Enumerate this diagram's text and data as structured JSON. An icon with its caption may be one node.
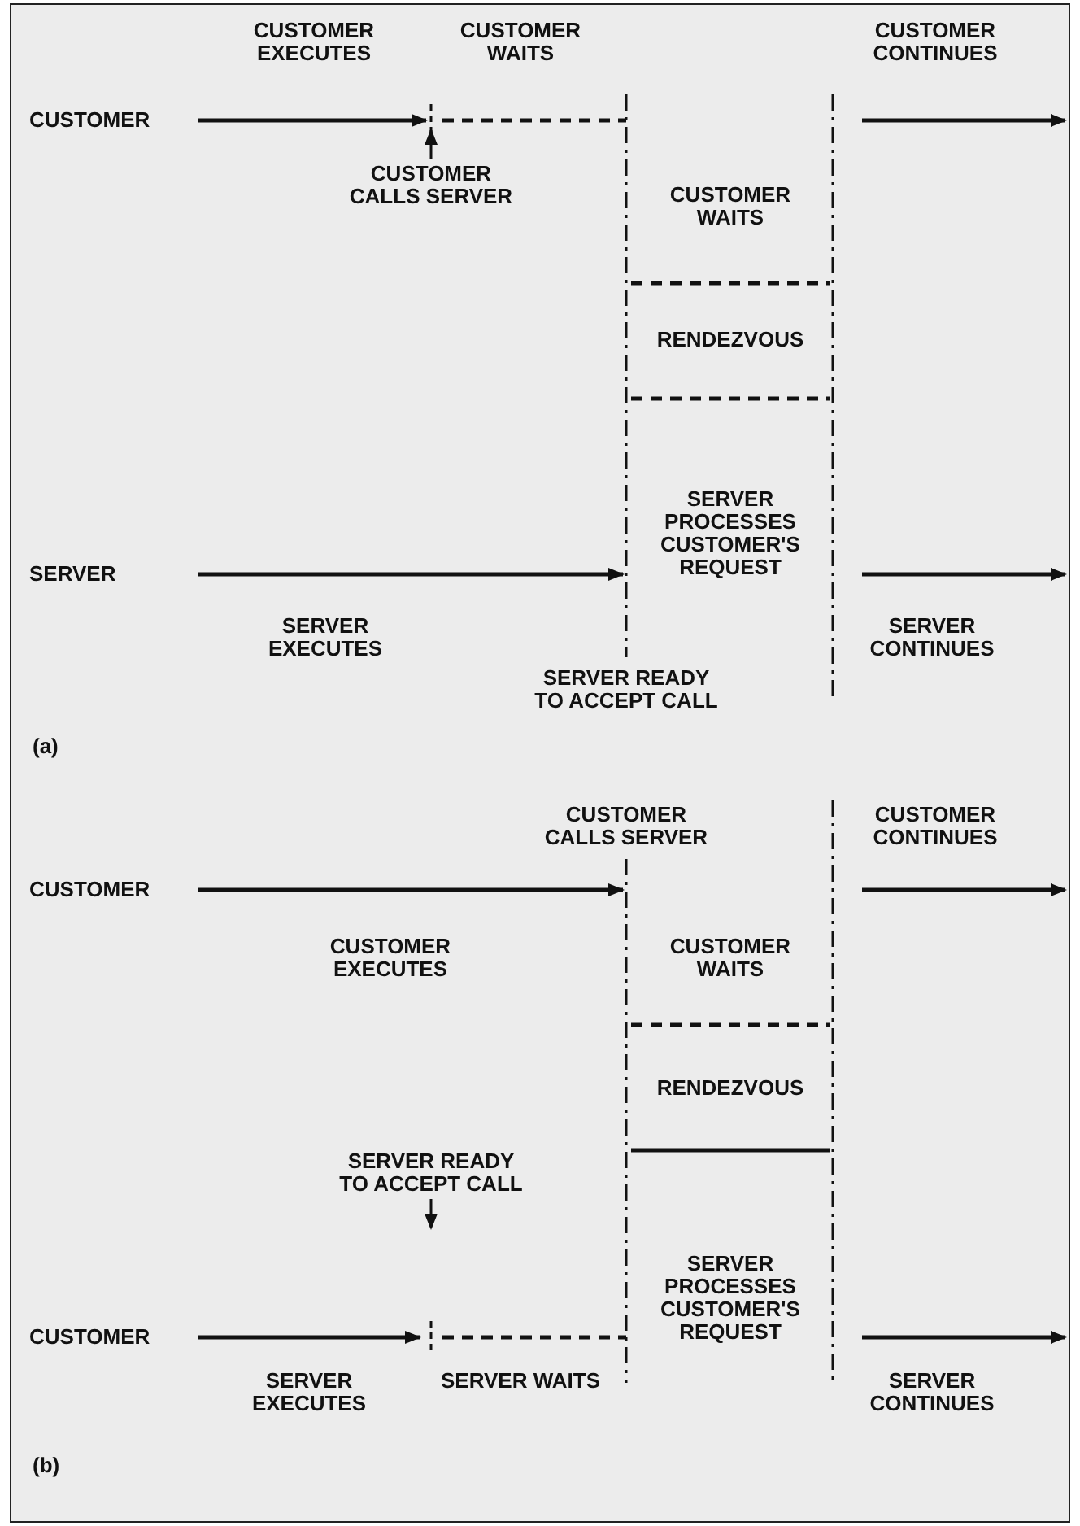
{
  "diagram": {
    "nodes": [
      {
        "text": [
          "CUSTOMER CALLS SERVER"
        ]
      },
      {
        "text": [
          "SERVER READY TO ACCEPT CALL"
        ]
      }
    ],
    "edges": [
      {
        "from": 0,
        "to": null,
        "arrow": "to"
      },
      {
        "from": 1,
        "to": null,
        "arrow": "to"
      }
    ],
    "labels": [
      "CUSTOMER EXECUTES",
      "CUSTOMER WAITS",
      "CUSTOMER CONTINUES",
      "CUSTOMER",
      "CUSTOMER WAITS",
      "RENDEZVOUS",
      "SERVER PROCESSES CUSTOMER'S REQUEST",
      "SERVER",
      "SERVER EXECUTES",
      "SERVER CONTINUES",
      "SERVER READY TO ACCEPT CALL",
      "(a)",
      "CUSTOMER CALLS SERVER",
      "CUSTOMER CONTINUES",
      "CUSTOMER",
      "CUSTOMER EXECUTES",
      "CUSTOMER WAITS",
      "RENDEZVOUS",
      "SERVER PROCESSES CUSTOMER'S REQUEST",
      "CUSTOMER",
      "SERVER EXECUTES",
      "SERVER WAITS",
      "SERVER CONTINUES",
      "(b)"
    ]
  }
}
